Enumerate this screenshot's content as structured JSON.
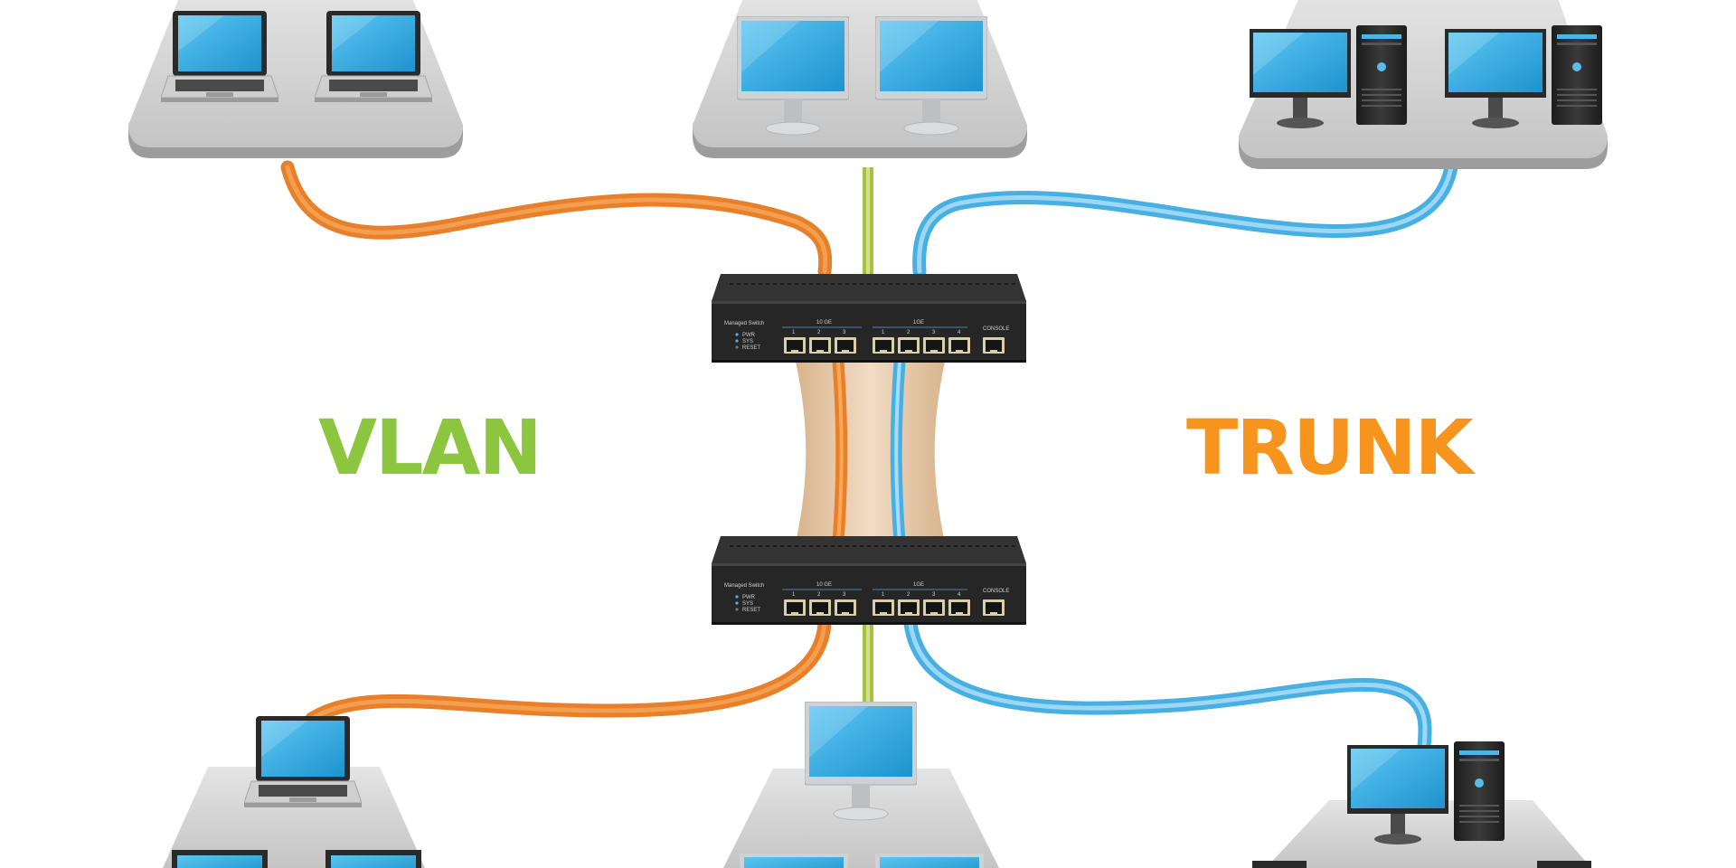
{
  "labels": {
    "vlan": "VLAN",
    "trunk": "TRUNK"
  },
  "colors": {
    "vlan_text": "#8cc63f",
    "trunk_text": "#f7941d",
    "orange_cable": "#f08a32",
    "blue_cable": "#5bbcea",
    "green_cable": "#a9c44a",
    "screen": "#2aa7e0",
    "platform": "#cfcfcf",
    "switch_body": "#2b2b2b"
  },
  "switch": {
    "title": "Managed Switch",
    "leds": [
      "PWR",
      "SYS",
      "RESET"
    ],
    "group_a_label": "10 GE",
    "group_a_ports": [
      "1",
      "2",
      "3"
    ],
    "group_b_label": "1GE",
    "group_b_ports": [
      "1",
      "2",
      "3",
      "4"
    ],
    "console_label": "CONSOLE"
  },
  "nodes": [
    {
      "name": "laptop-group-top-left",
      "icon": "laptop-icon"
    },
    {
      "name": "monitor-group-top-center",
      "icon": "monitor-icon"
    },
    {
      "name": "desktop-group-top-right",
      "icon": "desktop-tower-icon"
    },
    {
      "name": "laptop-group-bottom-left",
      "icon": "laptop-icon"
    },
    {
      "name": "monitor-group-bottom-center",
      "icon": "monitor-icon"
    },
    {
      "name": "desktop-group-bottom-right",
      "icon": "desktop-tower-icon"
    }
  ]
}
